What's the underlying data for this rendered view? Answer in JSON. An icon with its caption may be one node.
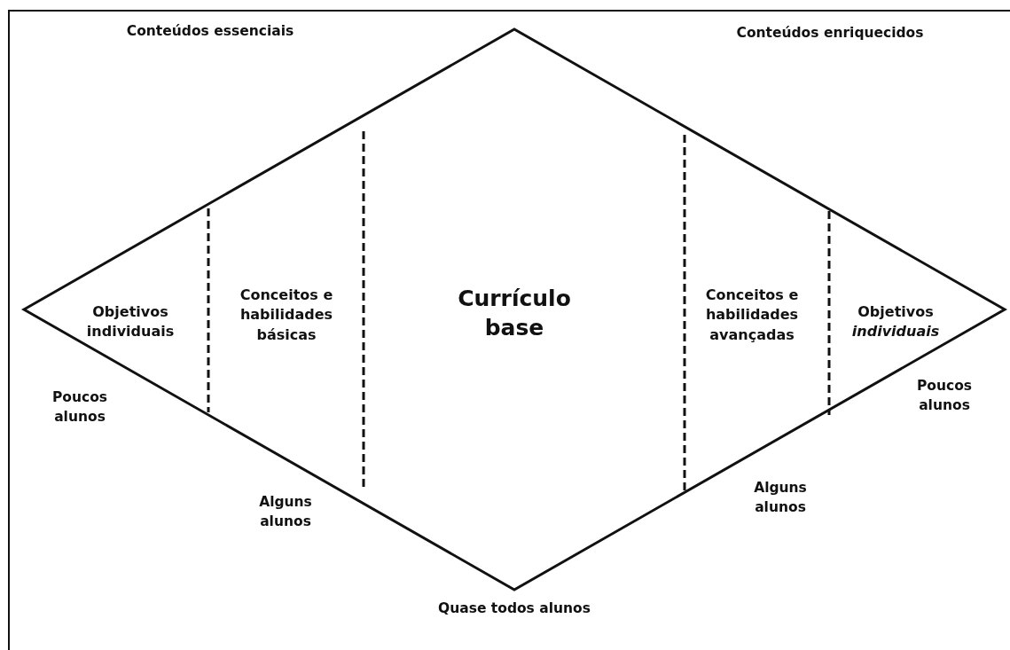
{
  "diagram": {
    "nodes": [
      {
        "text": [],
        "shape": "diamond"
      },
      {
        "text": [
          "Objetivos individuais"
        ],
        "in": 0
      },
      {
        "text": [
          "Conceitos e habilidades básicas"
        ],
        "in": 0
      },
      {
        "text": [
          "Currículo base"
        ],
        "in": 0
      },
      {
        "text": [
          "Conceitos e habilidades avançadas"
        ],
        "in": 0
      },
      {
        "text": [
          "Objetivos *individuais*"
        ],
        "in": 0
      }
    ],
    "labels": [
      "Conteúdos essenciais",
      "Conteúdos enriquecidos",
      "Poucos alunos",
      "Poucos alunos",
      "Alguns alunos",
      "Alguns alunos",
      "Quase todos alunos"
    ]
  }
}
